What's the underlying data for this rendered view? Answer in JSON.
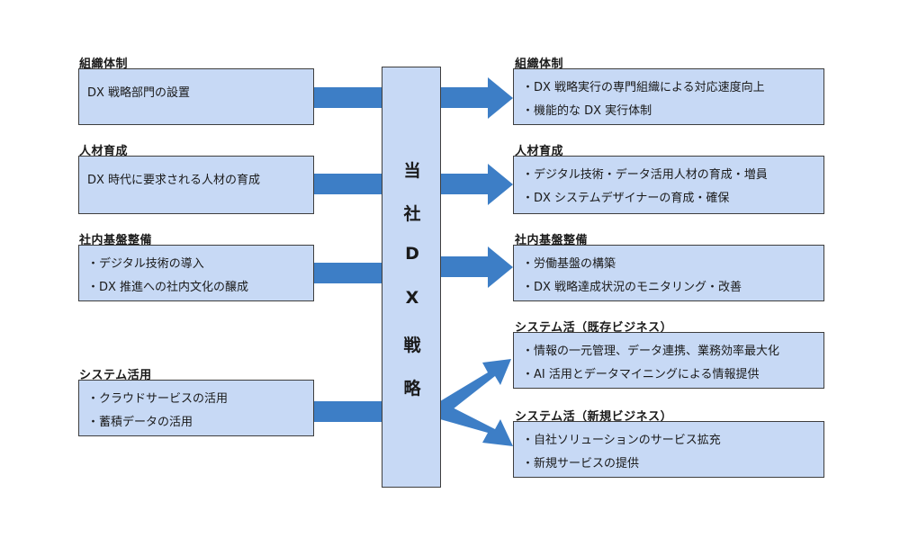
{
  "center": {
    "chars": [
      "当",
      "社",
      "D",
      "X",
      "戦",
      "略"
    ]
  },
  "left": [
    {
      "heading": "組織体制",
      "lines": [
        "DX 戦略部門の設置"
      ]
    },
    {
      "heading": "人材育成",
      "lines": [
        "DX 時代に要求される人材の育成"
      ]
    },
    {
      "heading": "社内基盤整備",
      "lines": [
        "・デジタル技術の導入",
        "・DX 推進への社内文化の醸成"
      ]
    },
    {
      "heading": "システム活用",
      "lines": [
        "・クラウドサービスの活用",
        "・蓄積データの活用"
      ]
    }
  ],
  "right": [
    {
      "heading": "組織体制",
      "lines": [
        "・DX 戦略実行の専門組織による対応速度向上",
        "・機能的な DX 実行体制"
      ]
    },
    {
      "heading": "人材育成",
      "lines": [
        "・デジタル技術・データ活用人材の育成・増員",
        "・DX システムデザイナーの育成・確保"
      ]
    },
    {
      "heading": "社内基盤整備",
      "lines": [
        "・労働基盤の構築",
        "・DX 戦略達成状況のモニタリング・改善"
      ]
    },
    {
      "heading": "システム活（既存ビジネス）",
      "lines": [
        "・情報の一元管理、データ連携、業務効率最大化",
        "・AI 活用とデータマイニングによる情報提供"
      ]
    },
    {
      "heading": "システム活（新規ビジネス）",
      "lines": [
        "・自社ソリューションのサービス拡充",
        "・新規サービスの提供"
      ]
    }
  ],
  "colors": {
    "box_fill": "#c7d9f5",
    "arrow": "#3d7ec6",
    "border": "#3e3e3e"
  }
}
